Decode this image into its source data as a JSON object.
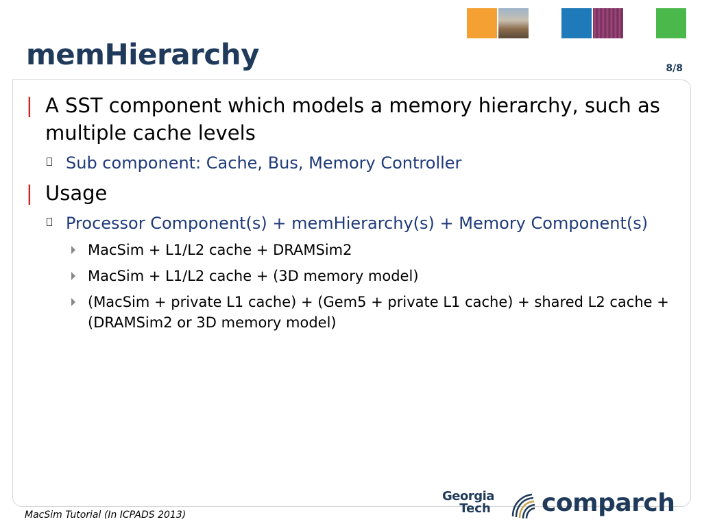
{
  "slide": {
    "title": "memHierarchy",
    "page_number": "8/8",
    "bullets": [
      {
        "text": "A SST component which models a memory hierarchy, such as multiple cache levels",
        "children": [
          {
            "text": "Sub component: Cache, Bus, Memory Controller"
          }
        ]
      },
      {
        "text": "Usage",
        "children": [
          {
            "text": "Processor Component(s) + memHierarchy(s) + Memory Component(s)",
            "children": [
              "MacSim + L1/L2 cache + DRAMSim2",
              "MacSim + L1/L2 cache + (3D memory model)",
              "(MacSim + private L1 cache) + (Gem5 + private L1 cache) + shared L2 cache + (DRAMSim2 or 3D memory model)"
            ]
          }
        ]
      }
    ],
    "bullet_marker_l1": "|"
  },
  "footer": {
    "citation": "MacSim Tutorial (In ICPADS 2013)",
    "logo_georgia": "Georgia",
    "logo_tech": "Tech",
    "logo_comparch": "comparch"
  },
  "colors": {
    "title": "#1f3a5a",
    "level1_marker": "#cc2222",
    "level2_text": "#1f3a7a",
    "square_orange": "#f5a033",
    "square_blue": "#1e7ab8",
    "square_purple": "#8a3a6a",
    "square_green": "#4ab84a"
  },
  "icons": {
    "deco": [
      "orange-square",
      "campus-photo-square",
      "blue-square",
      "circuit-photo-square",
      "green-square"
    ],
    "level2_bullet": "hollow-box-icon",
    "level3_bullet": "triangle-right-icon",
    "logo_swirl": "georgia-tech-swirl-icon"
  }
}
